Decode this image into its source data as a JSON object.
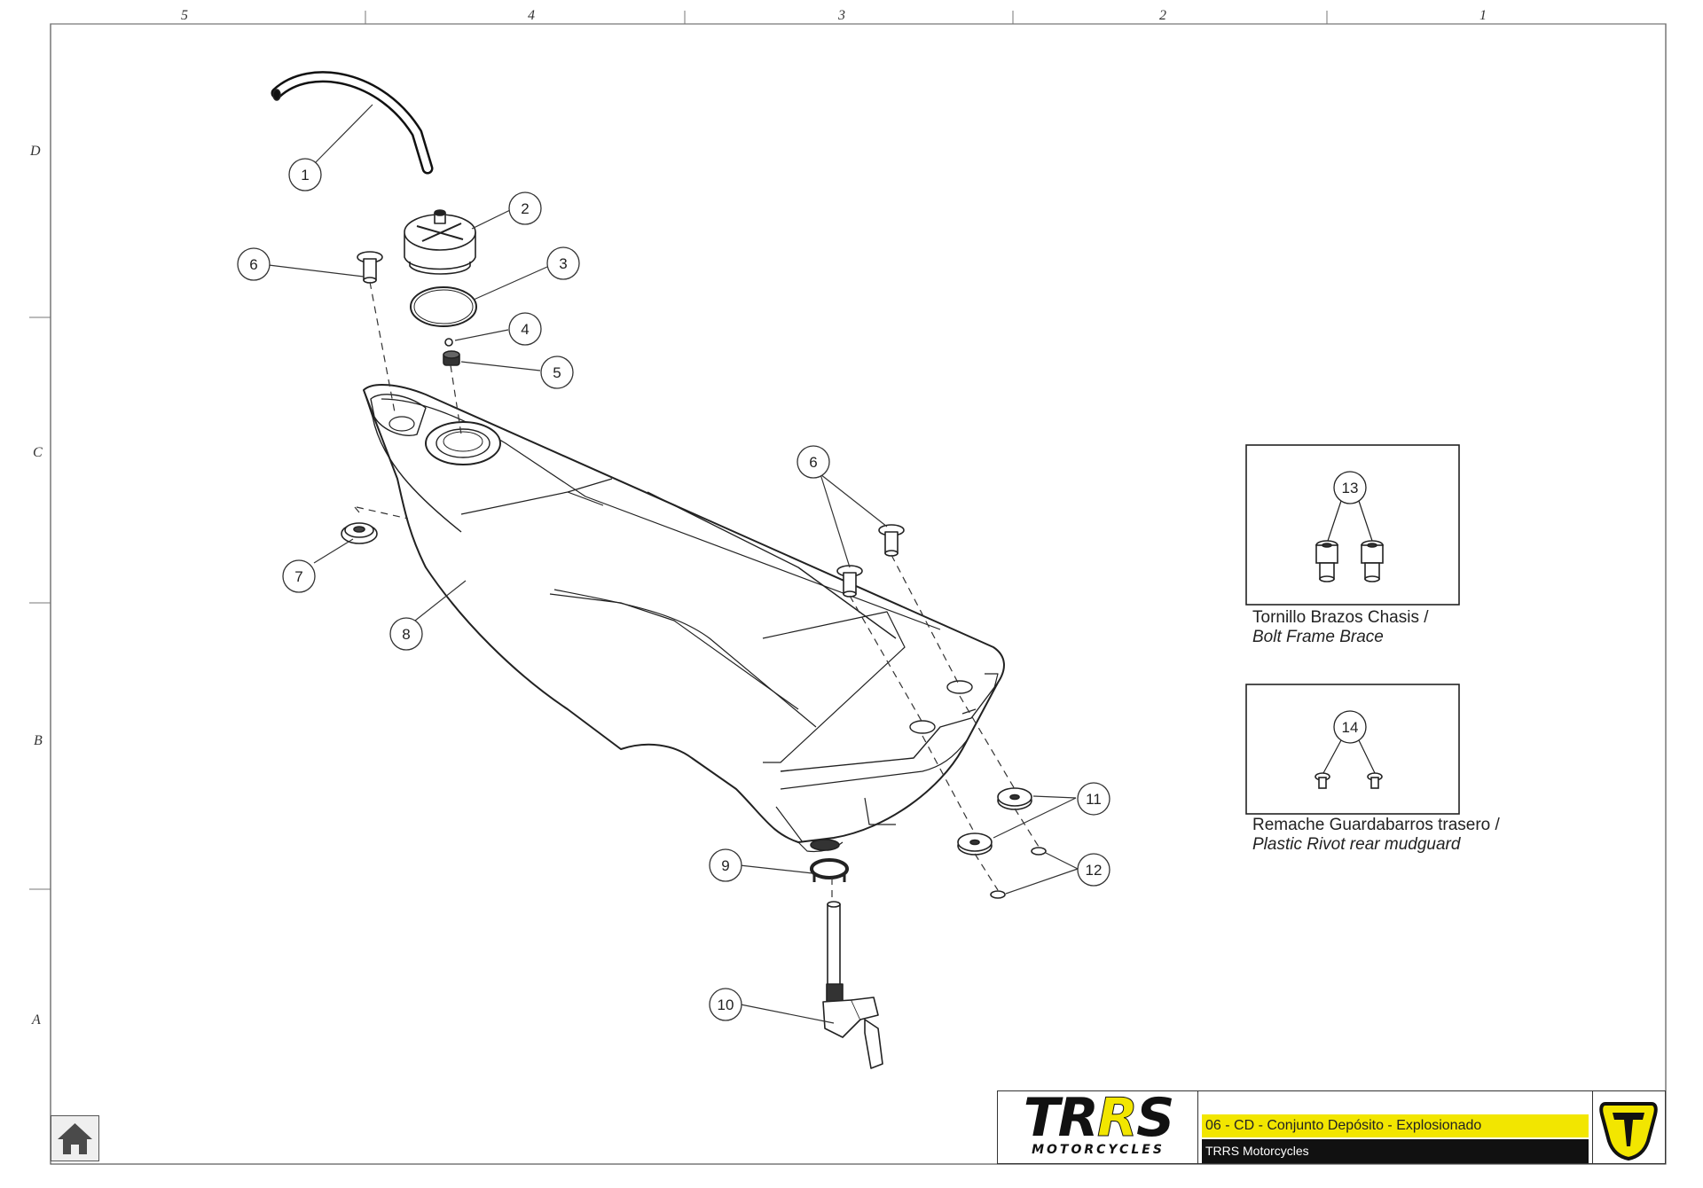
{
  "grid": {
    "columns": [
      "5",
      "4",
      "3",
      "2",
      "1"
    ],
    "rows": [
      "D",
      "C",
      "B",
      "A"
    ]
  },
  "callouts": [
    "1",
    "2",
    "3",
    "4",
    "5",
    "6",
    "6",
    "7",
    "8",
    "9",
    "10",
    "11",
    "12",
    "13",
    "14"
  ],
  "detail_boxes": {
    "bolt": {
      "number": "13",
      "caption_es": "Tornillo Brazos Chasis /",
      "caption_en": "Bolt Frame Brace"
    },
    "rivet": {
      "number": "14",
      "caption_es": "Remache Guardabarros trasero /",
      "caption_en": "Plastic Rivot rear mudguard"
    }
  },
  "title_block": {
    "logo_text": "TRRS",
    "logo_subtext": "MOTORCYCLES",
    "title": "06 - CD - Conjunto Depósito - Explosionado",
    "subtitle": "TRRS Motorcycles"
  },
  "colors": {
    "accent": "#f2e600",
    "ink": "#222222",
    "title_bar_dark": "#111111"
  },
  "icons": {
    "home": "home-icon"
  }
}
